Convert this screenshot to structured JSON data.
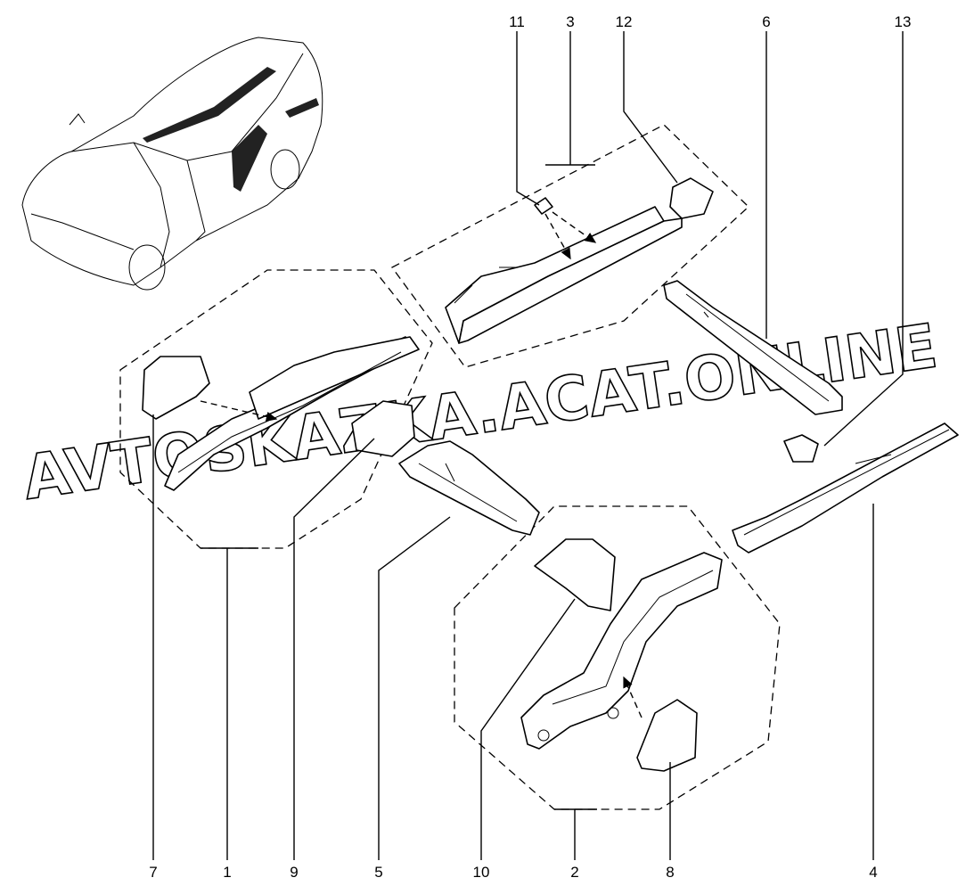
{
  "diagram": {
    "callouts": {
      "top": [
        "11",
        "3",
        "12",
        "6",
        "13"
      ],
      "bottom": [
        "7",
        "1",
        "9",
        "5",
        "10",
        "2",
        "8",
        "4"
      ]
    },
    "watermark": "AVTOSKAZKA.ACAT.ONLINE"
  }
}
